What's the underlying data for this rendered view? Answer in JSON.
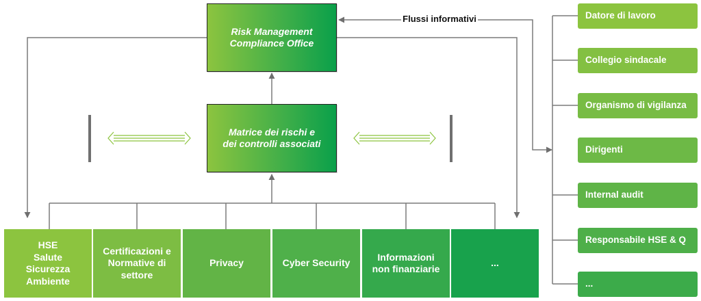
{
  "center": {
    "risk_office": "Risk Management\nCompliance Office",
    "matrix": "Matrice dei rischi e\ndei controlli associati"
  },
  "flows_label": "Flussi informativi",
  "bottom_boxes": [
    {
      "label": "HSE\nSalute\nSicurezza\nAmbiente",
      "color": "#8cc43f"
    },
    {
      "label": "Certificazioni e\nNormative di\nsettore",
      "color": "#7dbd43"
    },
    {
      "label": "Privacy",
      "color": "#62b446"
    },
    {
      "label": "Cyber Security",
      "color": "#4fb04a"
    },
    {
      "label": "Informazioni\nnon finanziarie",
      "color": "#35a94c"
    },
    {
      "label": "...",
      "color": "#18a24c"
    }
  ],
  "right_boxes": [
    {
      "label": "Datore di lavoro",
      "color": "#8cc43f"
    },
    {
      "label": "Collegio sindacale",
      "color": "#83c042"
    },
    {
      "label": "Organismo di vigilanza",
      "color": "#78bc44"
    },
    {
      "label": "Dirigenti",
      "color": "#6db946"
    },
    {
      "label": "Internal audit",
      "color": "#5fb447"
    },
    {
      "label": "Responsabile HSE & Q",
      "color": "#4eaf49"
    },
    {
      "label": "...",
      "color": "#3cab4a"
    }
  ],
  "colors": {
    "line": "#777777",
    "double_arrow": "#8cc43f",
    "box_border": "#222222"
  }
}
